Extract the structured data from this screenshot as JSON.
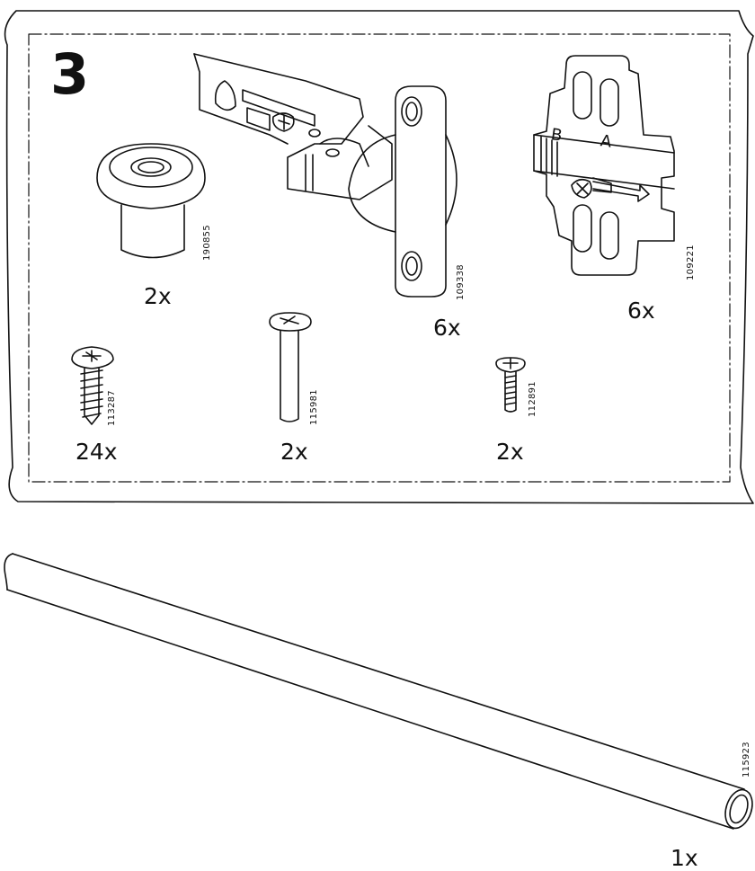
{
  "step": {
    "number": "3"
  },
  "parts": [
    {
      "name": "knob",
      "code": "190855",
      "qty": "2x"
    },
    {
      "name": "hinge",
      "code": "109338",
      "qty": "6x"
    },
    {
      "name": "mounting-plate",
      "code": "109221",
      "qty": "6x",
      "plate_letters": [
        "B",
        "A"
      ]
    },
    {
      "name": "wood-screw",
      "code": "113287",
      "qty": "24x"
    },
    {
      "name": "pin",
      "code": "115981",
      "qty": "2x"
    },
    {
      "name": "machine-screw",
      "code": "112891",
      "qty": "2x"
    },
    {
      "name": "rail",
      "code": "115923",
      "qty": "1x"
    }
  ]
}
